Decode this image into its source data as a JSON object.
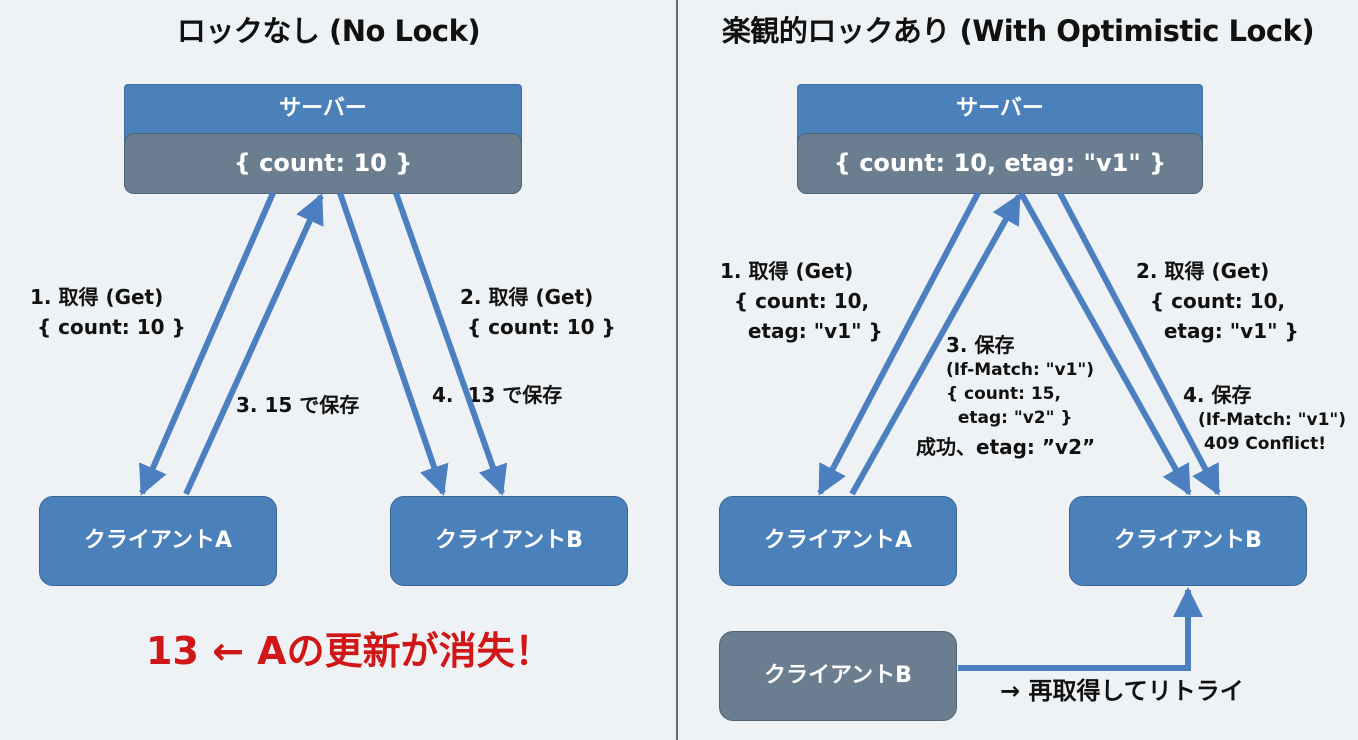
{
  "colors": {
    "background": "#eef2f5",
    "box_blue": "#4b81bb",
    "box_gray": "#6b7e90",
    "arrow": "#4b7fbf",
    "alert_red": "#d01717",
    "divider": "#5d6d7c"
  },
  "left": {
    "title": "ロックなし (No Lock)",
    "server": {
      "name": "サーバー",
      "state": "{ count: 10 }"
    },
    "client_a": "クライアントA",
    "client_b": "クライアントB",
    "step1": "1. 取得 (Get)\n { count: 10 }",
    "step2": "2. 取得 (Get)\n { count: 10 }",
    "step3": "3. 15 で保存",
    "step4": "4.  13 で保存",
    "result": "13 ← Aの更新が消失！"
  },
  "right": {
    "title": "楽観的ロックあり (With Optimistic Lock)",
    "server": {
      "name": "サーバー",
      "state": "{ count: 10, etag: \"v1\" }"
    },
    "client_a": "クライアントA",
    "client_b": "クライアントB",
    "client_b_retry": "クライアントB",
    "step1": "1. 取得 (Get)\n  { count: 10,\n    etag: \"v1\" }",
    "step2": "2. 取得 (Get)\n  { count: 10,\n    etag: \"v1\" }",
    "step3_title": "3. 保存",
    "step3_body": "(If-Match: \"v1\")\n{ count: 15,\n  etag: \"v2\" }",
    "step3_result": "成功、etag: ”v2”",
    "step4_title": "4. 保存",
    "step4_body": "(If-Match: \"v1\")\n 409 Conflict!",
    "retry": "→ 再取得してリトライ"
  }
}
